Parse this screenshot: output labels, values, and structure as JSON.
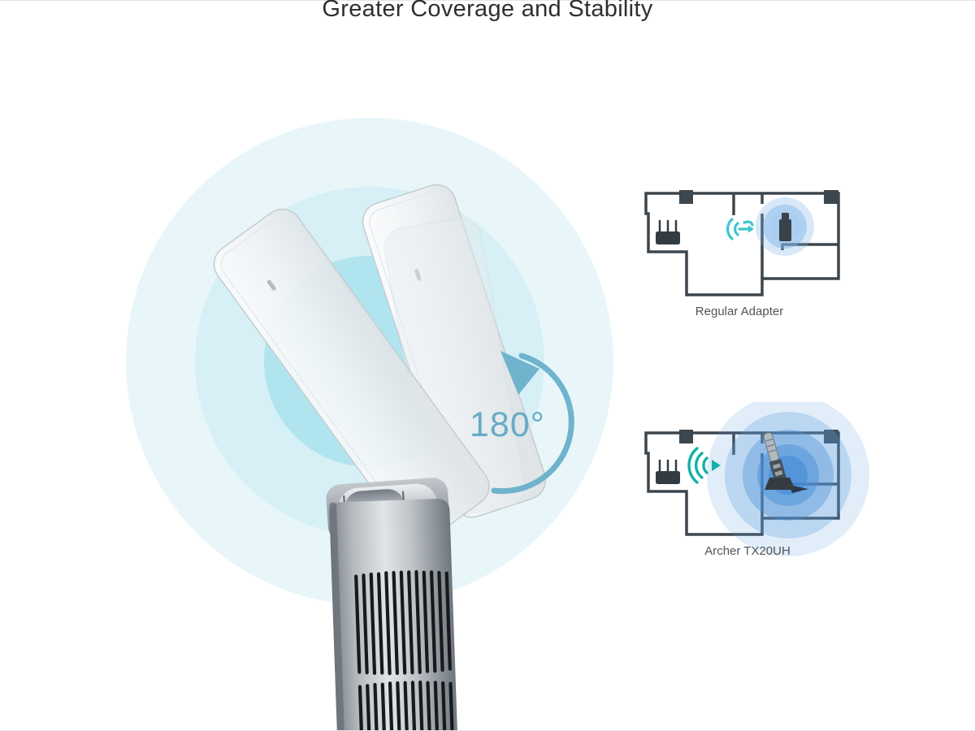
{
  "title": "Greater Coverage and Stability",
  "product_illustration": {
    "rotation_label": "180°",
    "description": "WiFi USB adapter with high-gain antenna rotating 180 degrees over concentric coverage rings"
  },
  "comparison_diagrams": {
    "regular": {
      "caption": "Regular Adapter"
    },
    "archer": {
      "caption": "Archer TX20UH"
    }
  },
  "icons": {
    "rotation_arrow": "curved counter-clockwise arrow",
    "router": "wifi router with antennas",
    "wifi_weak_signal": "small blocked wifi arcs",
    "wifi_strong_signal": "three wifi arcs with arrow",
    "usb_adapter": "usb dongle silhouette",
    "archer_adapter": "antenna adapter on cradle"
  },
  "colors": {
    "accent_teal_arrow": "#6fb3cd",
    "rotation_label_text": "#67abc7",
    "coverage_ring_outer": "#e8f6fa",
    "coverage_ring_middle": "#d6f0f6",
    "coverage_ring_inner": "#b0e5f0",
    "floorplan_wall": "#3d464d",
    "wifi_weak_signal": "#3fc5cc",
    "wifi_strong_signal": "#12b2a8",
    "signal_glow_blue": "#4a90d8",
    "title_text": "#2d2f30",
    "caption_text": "#4e555c"
  }
}
